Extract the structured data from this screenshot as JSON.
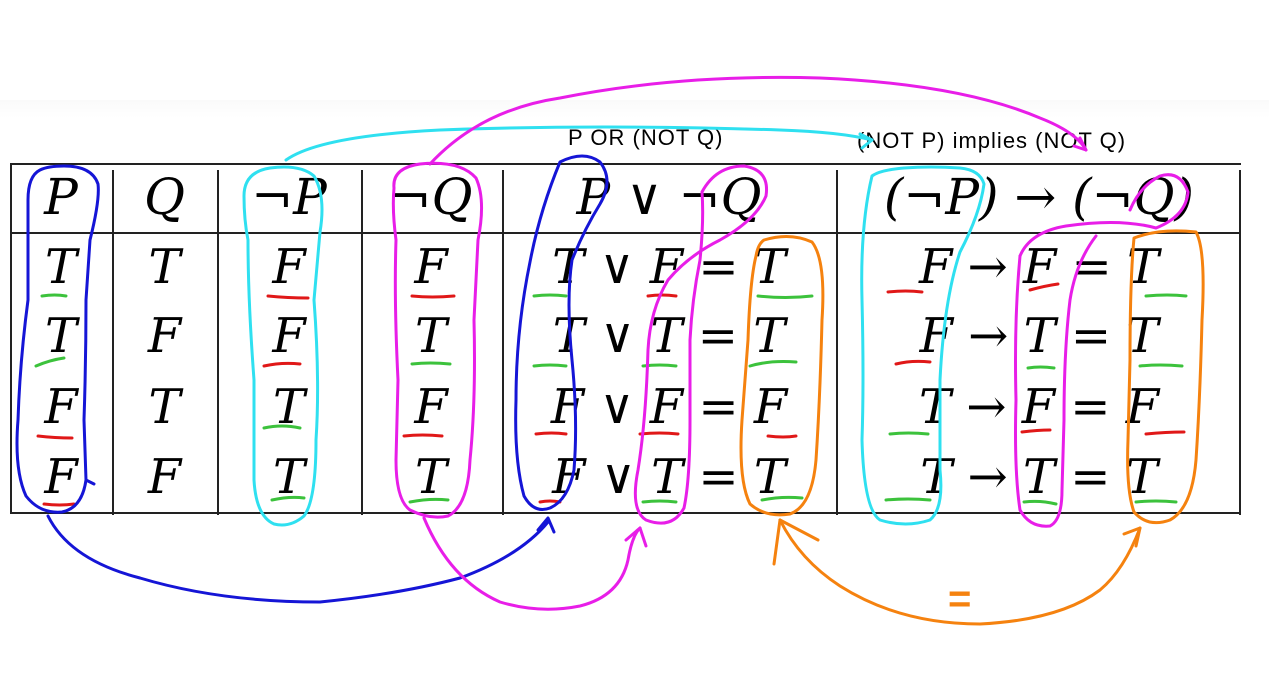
{
  "labels": {
    "or_label": "P OR (NOT Q)",
    "implies_label": "(NOT P) implies (NOT Q)",
    "equals_mark": "="
  },
  "table": {
    "headers": [
      "P",
      "Q",
      "¬P",
      "¬Q",
      "P ∨ ¬Q",
      "(¬P) → (¬Q)"
    ],
    "rows": [
      [
        "T",
        "T",
        "F",
        "F",
        "T ∨ F = T",
        "F → F = T"
      ],
      [
        "T",
        "F",
        "F",
        "T",
        "T ∨ T = T",
        "F → T = T"
      ],
      [
        "F",
        "T",
        "T",
        "F",
        "F ∨ F = F",
        "T → F = F"
      ],
      [
        "F",
        "F",
        "T",
        "T",
        "F ∨ T = T",
        "T → T = T"
      ]
    ]
  },
  "colors": {
    "blue": "#1515d6",
    "cyan": "#2fe0f0",
    "magenta": "#e81ee8",
    "orange": "#f5820f",
    "green_underline": "#3cc23c",
    "red_underline": "#e01818"
  }
}
